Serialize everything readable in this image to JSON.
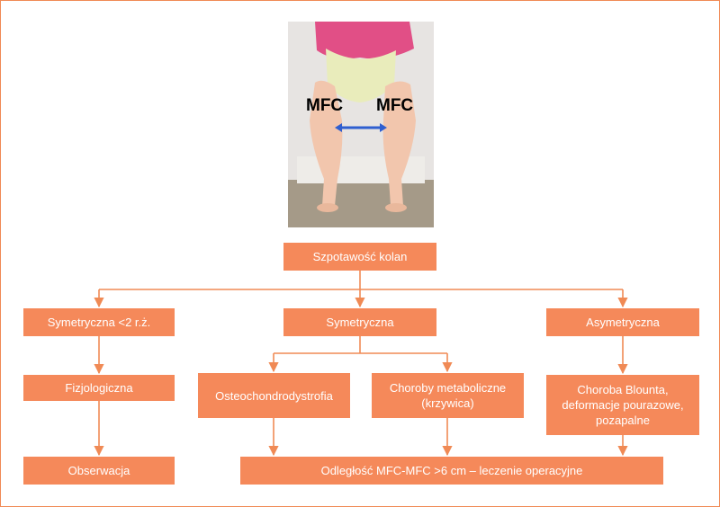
{
  "photo": {
    "label_left": "MFC",
    "label_right": "MFC"
  },
  "nodes": {
    "root": "Szpotawość kolan",
    "sym_young": "Symetryczna <2 r.ż.",
    "sym": "Symetryczna",
    "asym": "Asymetryczna",
    "physio": "Fizjologiczna",
    "osteo": "Osteochondrodystrofia",
    "metabolic": "Choroby metaboliczne (krzywica)",
    "blount": "Choroba Blounta, deformacje pourazowe, pozapalne",
    "observation": "Obserwacja",
    "surgery": "Odległość MFC-MFC >6 cm – leczenie operacyjne"
  },
  "colors": {
    "box": "#f5895a",
    "line": "#f08a55",
    "arrow_photo": "#2f5fd0"
  }
}
